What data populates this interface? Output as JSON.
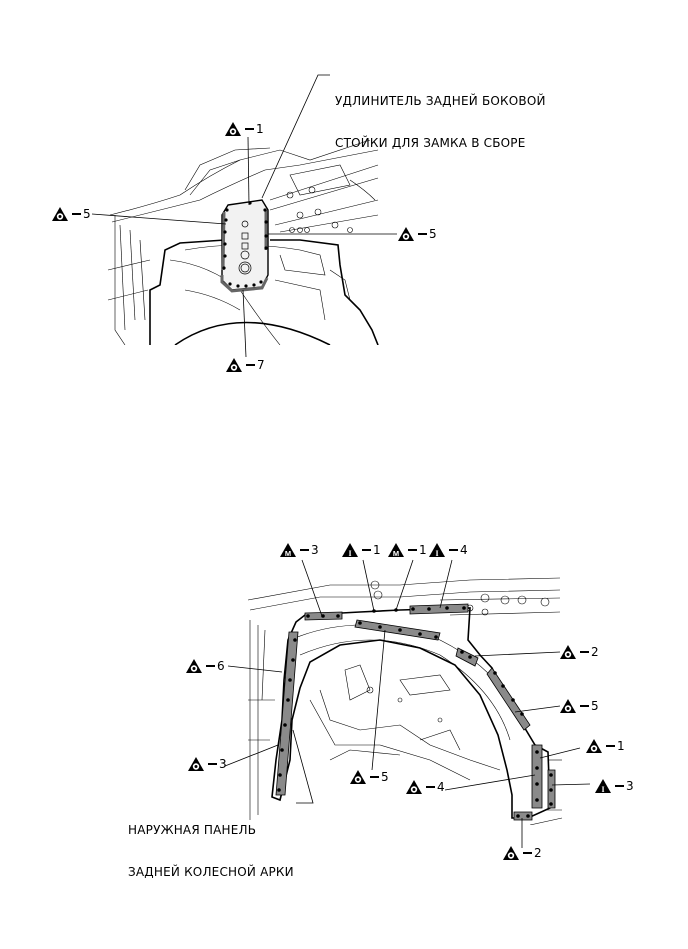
{
  "diagram_top": {
    "part_label": {
      "line1": "УДЛИНИТЕЛЬ ЗАДНЕЙ БОКОВОЙ",
      "line2": "СТОЙКИ ДЛЯ ЗАМКА В СБОРЕ"
    },
    "callouts": [
      {
        "symbol": "spot-weld-icon",
        "letter": "",
        "number": "1"
      },
      {
        "symbol": "spot-weld-icon",
        "letter": "",
        "number": "5"
      },
      {
        "symbol": "spot-weld-icon",
        "letter": "",
        "number": "5"
      },
      {
        "symbol": "spot-weld-icon",
        "letter": "",
        "number": "7"
      }
    ]
  },
  "diagram_bottom": {
    "part_label": {
      "line1": "НАРУЖНАЯ ПАНЕЛЬ",
      "line2": "ЗАДНЕЙ КОЛЕСНОЙ АРКИ"
    },
    "callouts": [
      {
        "symbol": "mig-weld-icon",
        "letter": "M",
        "number": "3"
      },
      {
        "symbol": "i-weld-icon",
        "letter": "I",
        "number": "1"
      },
      {
        "symbol": "mig-weld-icon",
        "letter": "M",
        "number": "1"
      },
      {
        "symbol": "i-weld-icon",
        "letter": "I",
        "number": "4"
      },
      {
        "symbol": "spot-weld-icon",
        "letter": "",
        "number": "6"
      },
      {
        "symbol": "spot-weld-icon",
        "letter": "",
        "number": "2"
      },
      {
        "symbol": "spot-weld-icon",
        "letter": "",
        "number": "5"
      },
      {
        "symbol": "spot-weld-icon",
        "letter": "",
        "number": "3"
      },
      {
        "symbol": "spot-weld-icon",
        "letter": "",
        "number": "1"
      },
      {
        "symbol": "spot-weld-icon",
        "letter": "",
        "number": "5"
      },
      {
        "symbol": "spot-weld-icon",
        "letter": "",
        "number": "4"
      },
      {
        "symbol": "i-weld-icon",
        "letter": "I",
        "number": "3"
      },
      {
        "symbol": "spot-weld-icon",
        "letter": "",
        "number": "2"
      }
    ]
  },
  "colors": {
    "line": "#000000",
    "weld_fill": "#8a8a8a",
    "background": "#ffffff"
  }
}
